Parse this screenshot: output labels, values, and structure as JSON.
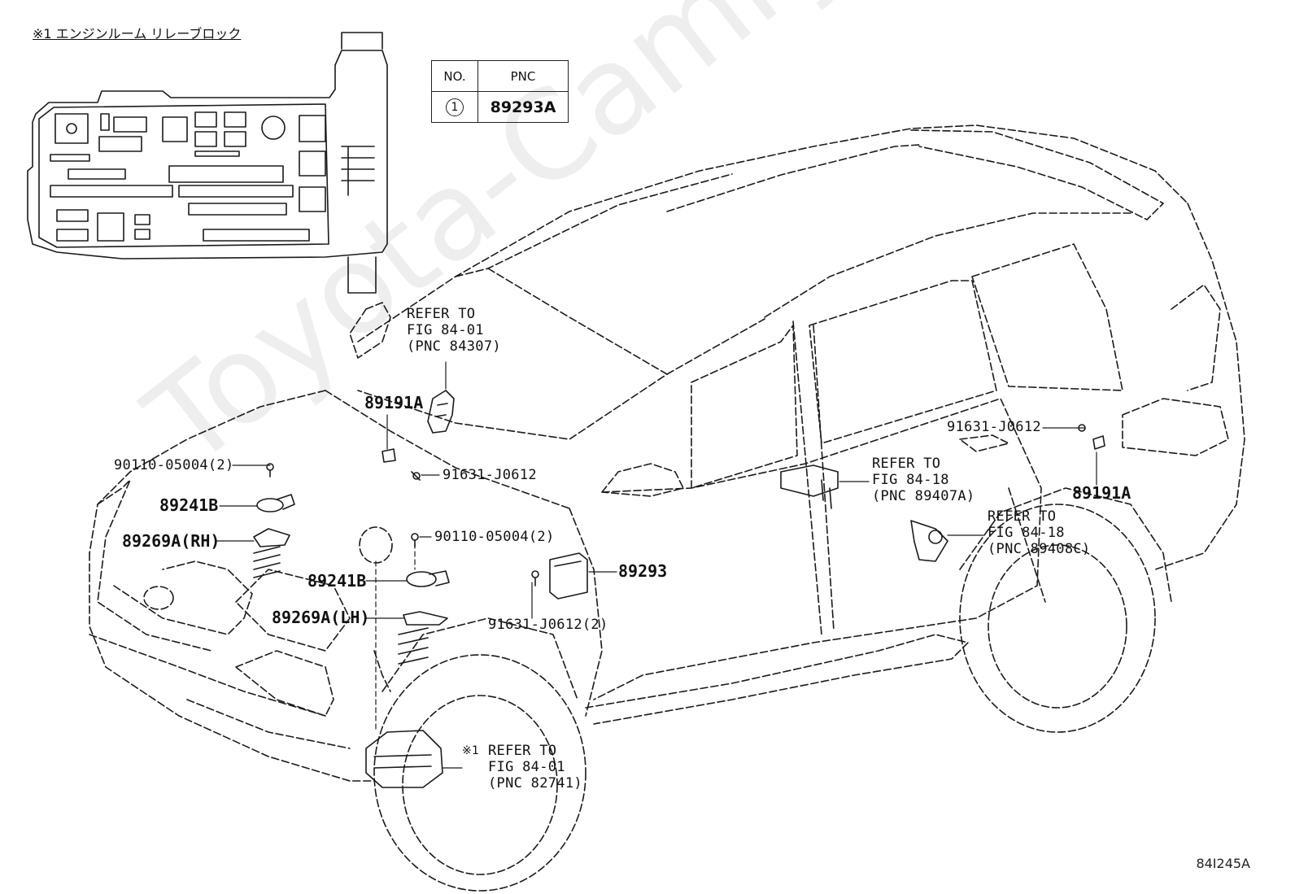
{
  "header_note": "※1 エンジンルーム リレーブロック",
  "watermark": "Toyota-Camryline.ru",
  "table": {
    "headers": [
      "NO.",
      "PNC"
    ],
    "rows": [
      {
        "no": "1",
        "pnc": "89293A"
      }
    ]
  },
  "labels": {
    "refer_84307": "REFER TO\nFIG 84-01\n(PNC 84307)",
    "p89191a_front": "89191A",
    "p90110_top": "90110-05004(2)",
    "p91631_mid": "91631-J0612",
    "p89241b_rh": "89241B",
    "p89269a_rh": "89269A(RH)",
    "p90110_mid": "90110-05004(2)",
    "p89241b_lh": "89241B",
    "p89269a_lh": "89269A(LH)",
    "p89293": "89293",
    "p91631_2": "91631-J0612(2)",
    "refer_89407a": "REFER TO\nFIG 84-18\n(PNC 89407A)",
    "p91631_rear": "91631-J0612",
    "p89191a_rear": "89191A",
    "refer_89408c": "REFER TO\nFIG 84-18\n(PNC 89408C)",
    "refer_82741_mark": "※1",
    "refer_82741": "REFER TO\nFIG 84-01\n(PNC 82741)"
  },
  "drawing_code": "84I245A"
}
